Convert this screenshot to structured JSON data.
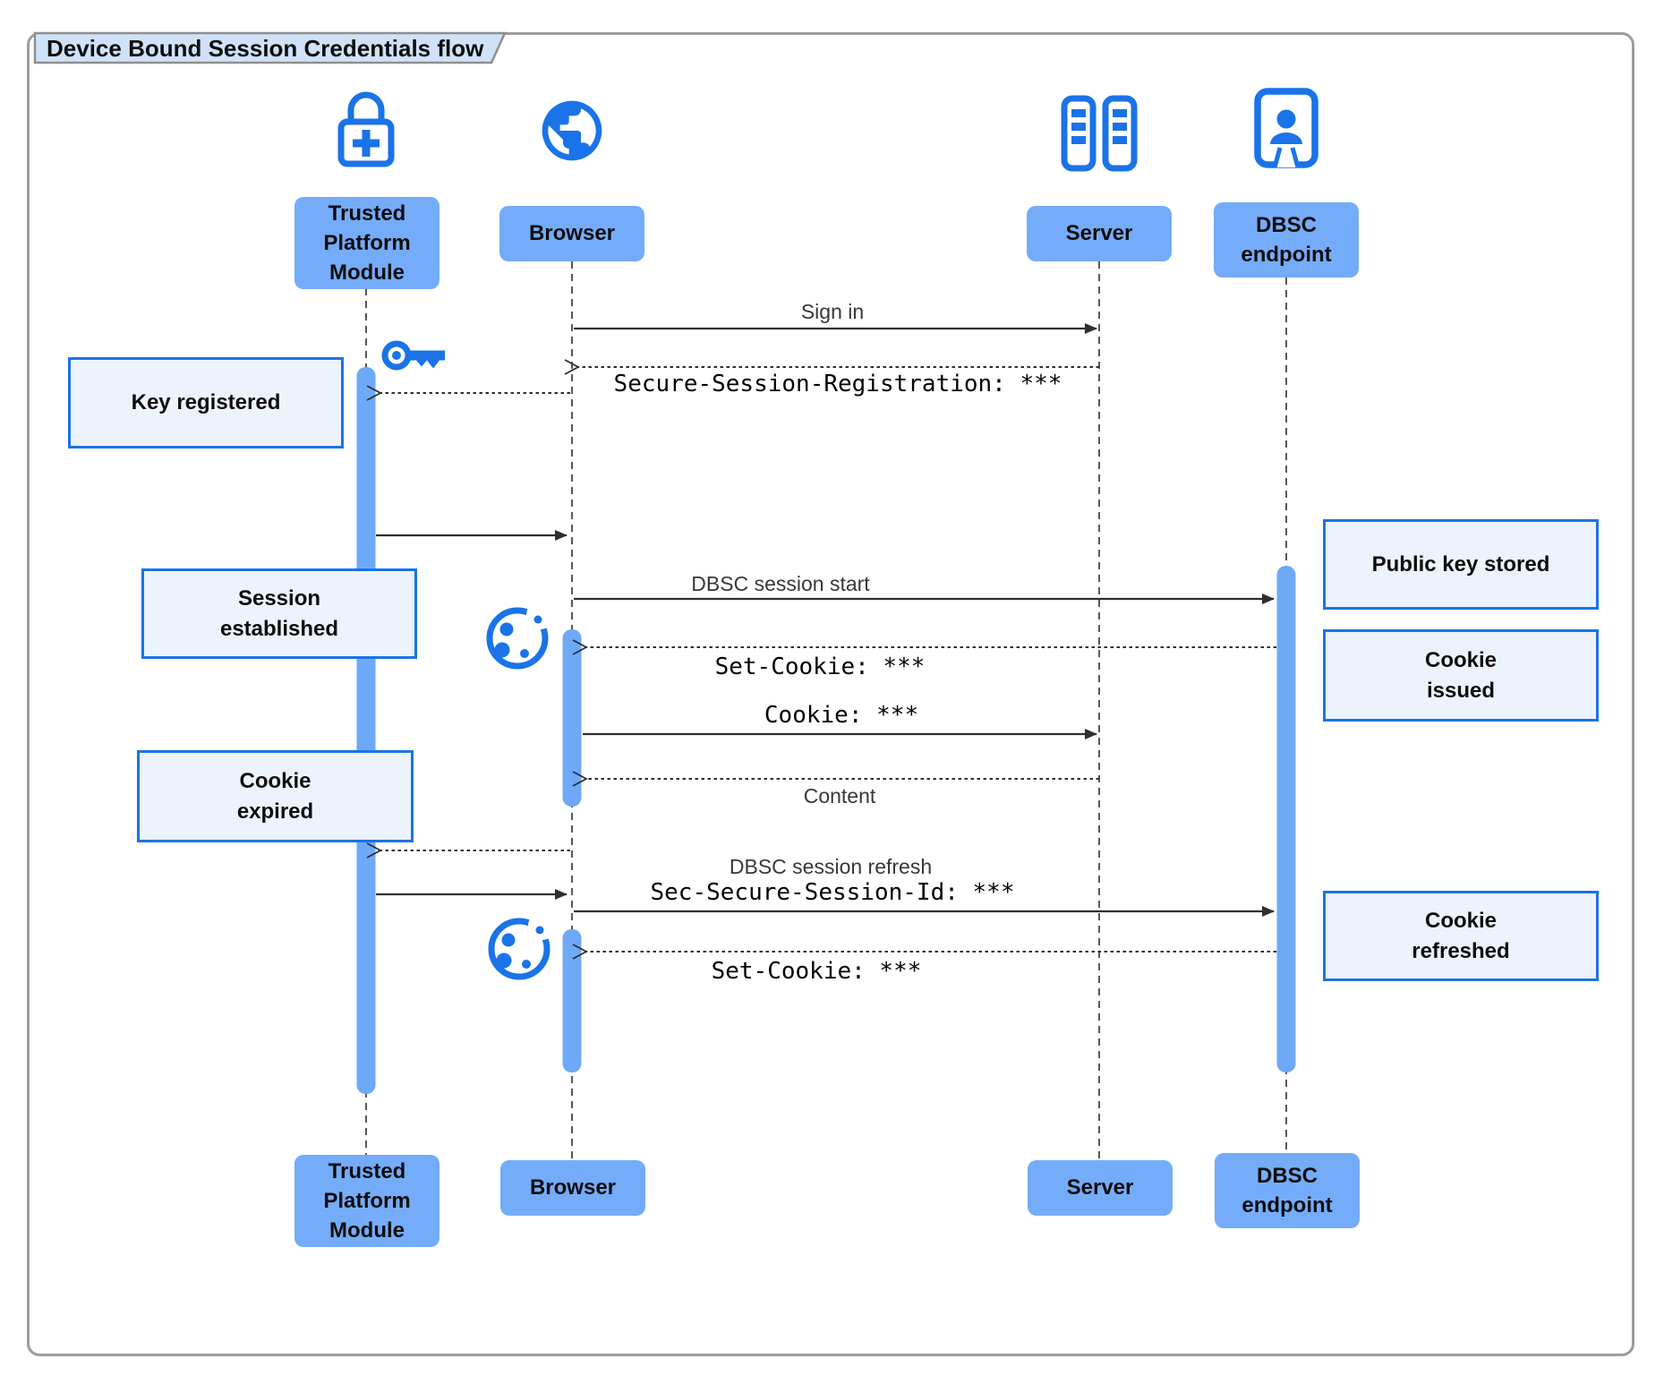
{
  "diagram": {
    "title": "Device Bound Session Credentials flow",
    "type": "sequence-diagram"
  },
  "participants": [
    {
      "id": "tpm",
      "label": "Trusted Platform Module",
      "icon": "lock-plus-icon"
    },
    {
      "id": "browser",
      "label": "Browser",
      "icon": "globe-icon"
    },
    {
      "id": "server",
      "label": "Server",
      "icon": "server-rack-icon"
    },
    {
      "id": "dbsc",
      "label": "DBSC endpoint",
      "icon": "door-person-icon"
    }
  ],
  "messages": {
    "sign_in": {
      "label": "Sign in",
      "from": "browser",
      "to": "server",
      "style": "solid"
    },
    "session_registration папка": null,
    "session_registration": {
      "label": "Secure-Session-Registration: ***",
      "from": "server",
      "to": "browser",
      "style": "dotted"
    },
    "key_request": {
      "label": "",
      "from": "browser",
      "to": "tpm",
      "style": "dotted"
    },
    "key_response": {
      "label": "",
      "from": "tpm",
      "to": "browser",
      "style": "solid"
    },
    "dbsc_session_start": {
      "label": "DBSC session start",
      "from": "browser",
      "to": "dbsc",
      "style": "solid"
    },
    "set_cookie_1": {
      "label": "Set-Cookie: ***",
      "from": "dbsc",
      "to": "browser",
      "style": "dotted"
    },
    "cookie": {
      "label": "Cookie: ***",
      "from": "browser",
      "to": "server",
      "style": "solid"
    },
    "content": {
      "label": "Content",
      "from": "server",
      "to": "browser",
      "style": "dotted"
    },
    "refresh_key_request": {
      "label": "",
      "from": "browser",
      "to": "tpm",
      "style": "dotted"
    },
    "refresh_key_response": {
      "label": "",
      "from": "tpm",
      "to": "browser",
      "style": "solid"
    },
    "dbsc_session_refresh": {
      "label": "DBSC session refresh",
      "from": "browser",
      "to": "dbsc",
      "style": "solid"
    },
    "sec_secure_session_id": {
      "label": "Sec-Secure-Session-Id: ***",
      "from": "browser",
      "to": "dbsc",
      "style": "solid"
    },
    "set_cookie_2": {
      "label": "Set-Cookie: ***",
      "from": "dbsc",
      "to": "browser",
      "style": "dotted"
    }
  },
  "notes": {
    "key_registered": {
      "label": "Key registered",
      "side": "left"
    },
    "session_established": {
      "label": "Session established",
      "side": "left"
    },
    "cookie_expired": {
      "label": "Cookie expired",
      "side": "left"
    },
    "public_key_stored": {
      "label": "Public key stored",
      "side": "right"
    },
    "cookie_issued": {
      "label": "Cookie issued",
      "side": "right"
    },
    "cookie_refreshed": {
      "label": "Cookie refreshed",
      "side": "right"
    }
  },
  "icons": [
    "lock-plus-icon",
    "globe-icon",
    "server-rack-icon",
    "door-person-icon",
    "key-icon",
    "cookie-icon"
  ],
  "colors": {
    "accent_blue": "#1a73e8",
    "activation_bar": "#6ea9f7",
    "actor_fill": "#74acf9",
    "note_fill": "#edf3fd",
    "note_border": "#1a73e8",
    "title_tab_fill": "#cfe2f8",
    "frame_border": "#9c9c9c",
    "line_color": "#2f2f2f"
  }
}
